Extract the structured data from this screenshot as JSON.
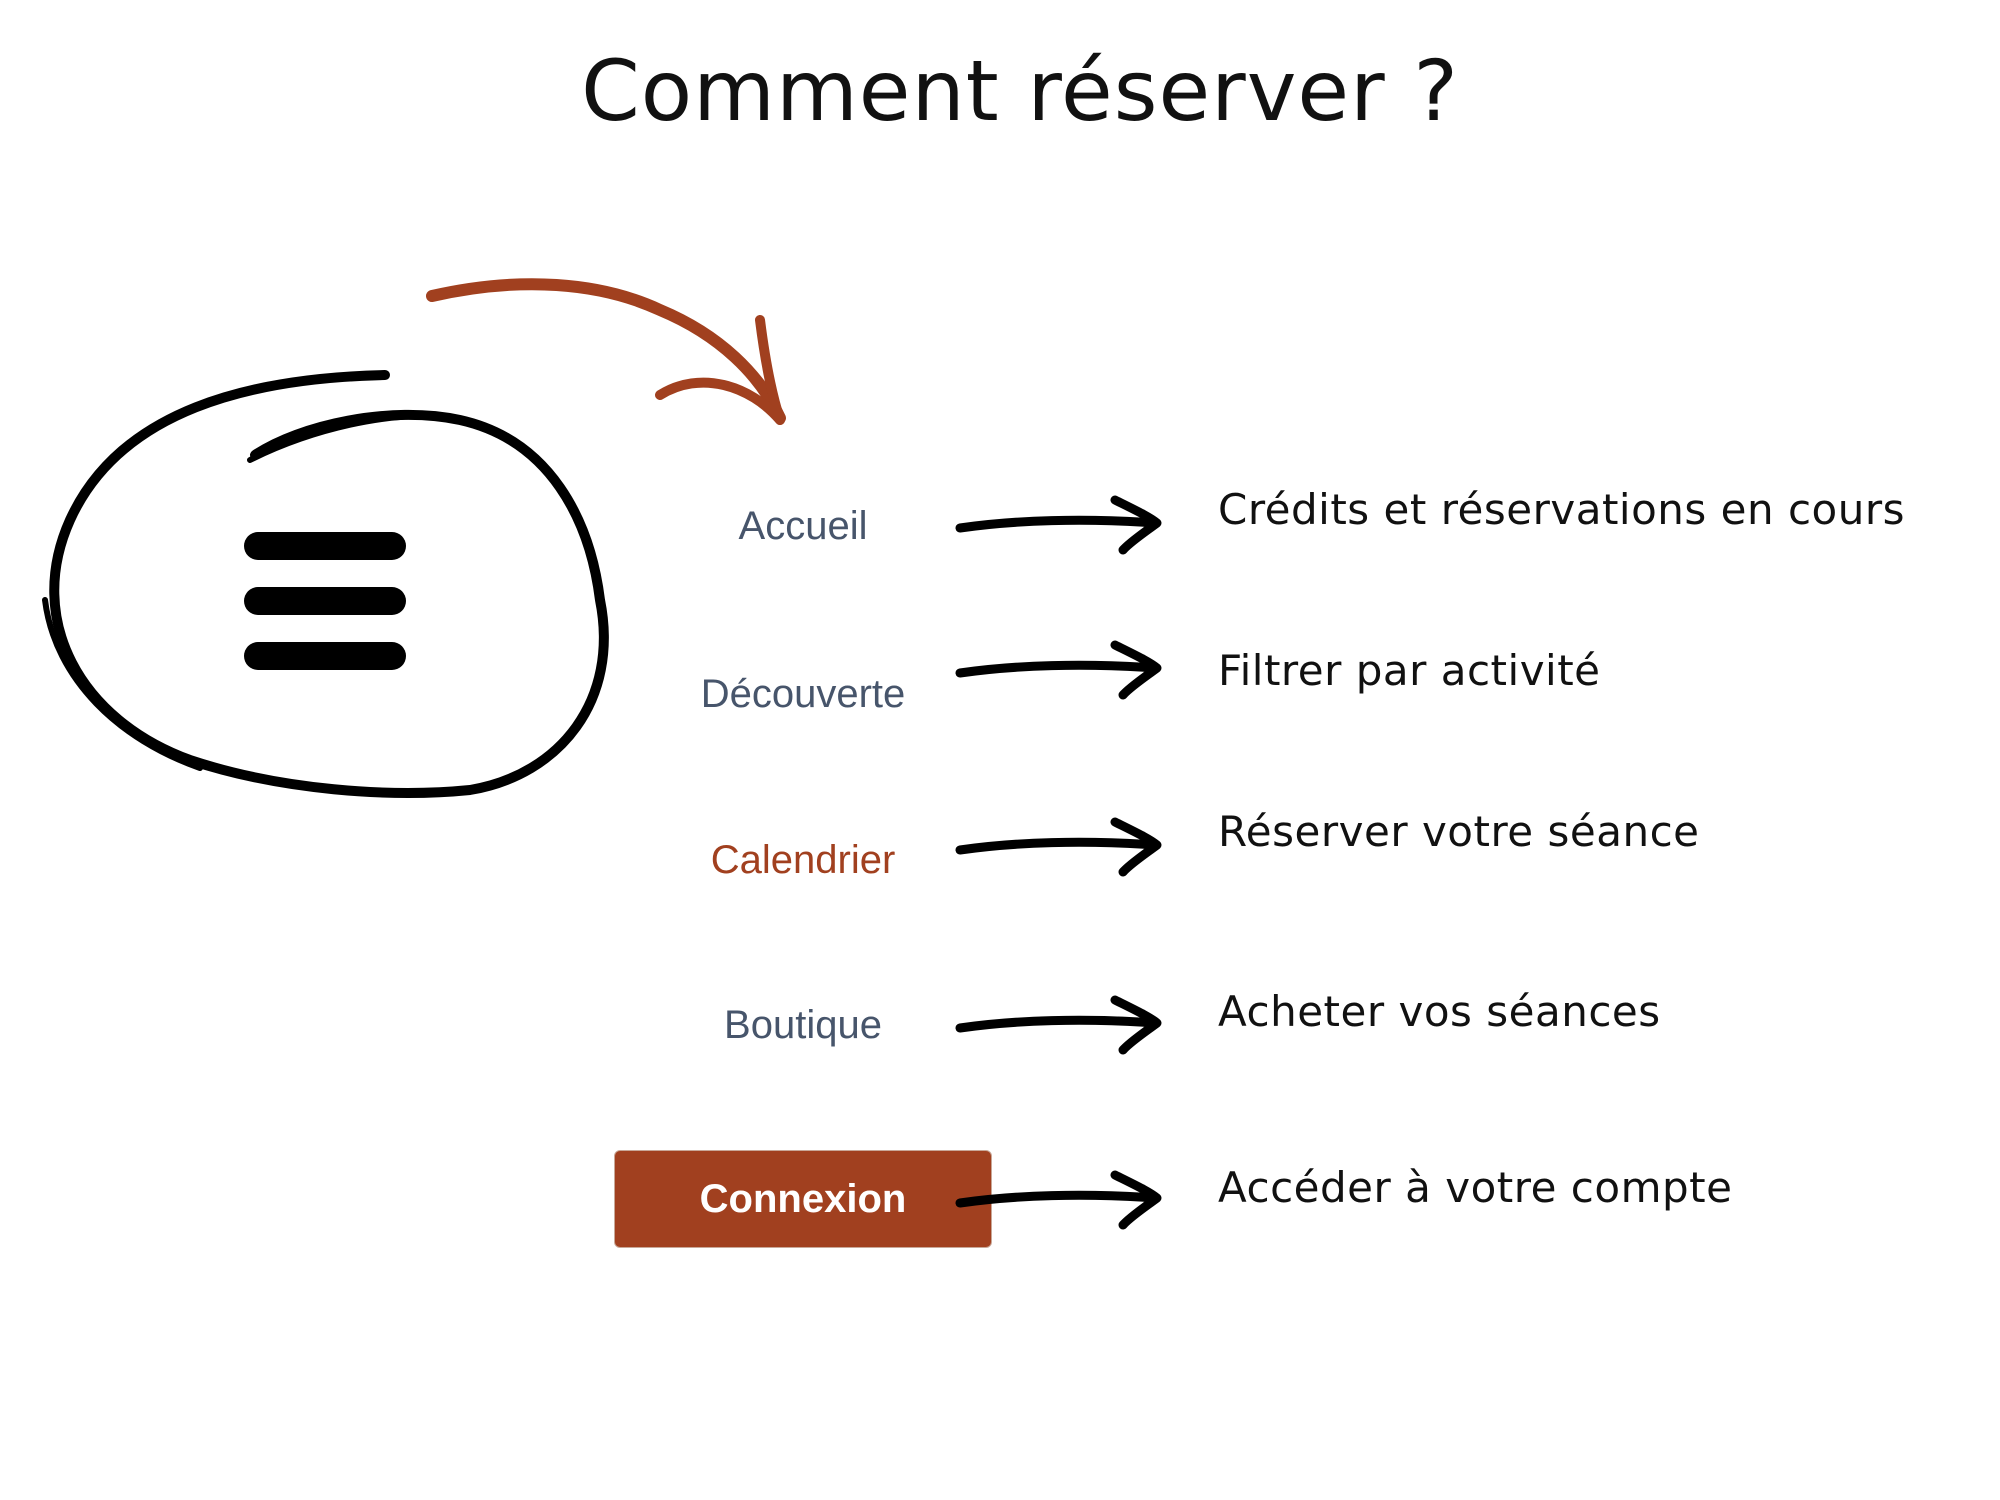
{
  "title": "Comment réserver ?",
  "menu": {
    "icon": "hamburger-menu-icon"
  },
  "nav_items": [
    {
      "label": "Accueil",
      "description": "Crédits et réservations en cours"
    },
    {
      "label": "Découverte",
      "description": "Filtrer par activité"
    },
    {
      "label": "Calendrier",
      "description": "Réserver votre séance"
    },
    {
      "label": "Boutique",
      "description": "Acheter vos séances"
    },
    {
      "label": "Connexion",
      "description": "Accéder à votre compte"
    }
  ],
  "colors": {
    "accent": "#a1401f",
    "nav_text": "#47556b",
    "text": "#111111",
    "button_text": "#ffffff"
  },
  "icons": {
    "curved_arrow": "curved-arrow-icon",
    "arrow": "right-arrow-icon"
  }
}
